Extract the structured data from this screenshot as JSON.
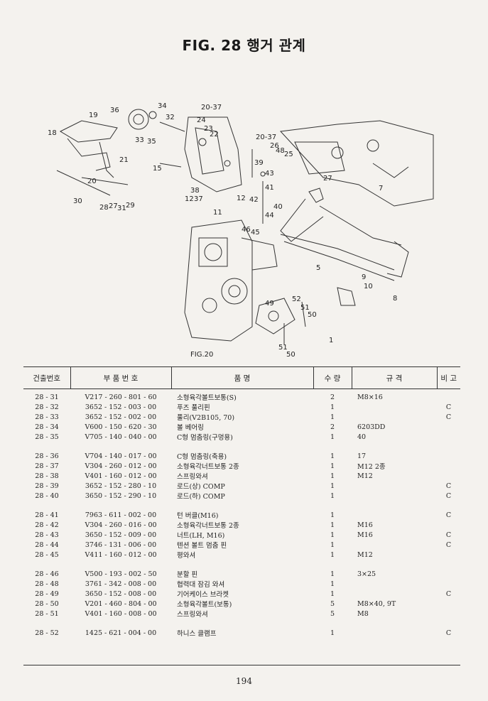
{
  "title": "FIG. 28 행거 관계",
  "diagram": {
    "callouts": [
      "36",
      "34",
      "32",
      "20-37",
      "24",
      "23",
      "22",
      "19",
      "18",
      "33",
      "35",
      "21",
      "20-37",
      "26",
      "48",
      "25",
      "39",
      "43",
      "41",
      "40",
      "42",
      "44",
      "46",
      "45",
      "15",
      "38",
      "37",
      "12",
      "12",
      "11",
      "20",
      "30",
      "28",
      "27",
      "31",
      "29",
      "27",
      "7",
      "5",
      "9",
      "10",
      "8",
      "1",
      "52",
      "51",
      "50",
      "49",
      "51",
      "50"
    ],
    "fig_ref": "FIG.20"
  },
  "table": {
    "headers": [
      "건출번호",
      "부 품 번 호",
      "품 명",
      "수 량",
      "규 격",
      "비 고"
    ],
    "groups": [
      [
        {
          "no": "28 - 31",
          "part": "V217 - 260 - 801 - 60",
          "name": "소형육각볼트보통(S)",
          "qty": "2",
          "spec": "M8×16",
          "remark": ""
        },
        {
          "no": "28 - 32",
          "part": "3652 - 152 - 003 - 00",
          "name": "푸즈 풀리핀",
          "qty": "1",
          "spec": "",
          "remark": "C"
        },
        {
          "no": "28 - 33",
          "part": "3652 - 152 - 002 - 00",
          "name": "풀리(V2B105, 70)",
          "qty": "1",
          "spec": "",
          "remark": "C"
        },
        {
          "no": "28 - 34",
          "part": "V600 - 150 - 620 - 30",
          "name": "볼 베어링",
          "qty": "2",
          "spec": "6203DD",
          "remark": ""
        },
        {
          "no": "28 - 35",
          "part": "V705 - 140 - 040 - 00",
          "name": "C형 멈춤링(구멍용)",
          "qty": "1",
          "spec": "40",
          "remark": ""
        }
      ],
      [
        {
          "no": "28 - 36",
          "part": "V704 - 140 - 017 - 00",
          "name": "C형 멈춤링(축용)",
          "qty": "1",
          "spec": "17",
          "remark": ""
        },
        {
          "no": "28 - 37",
          "part": "V304 - 260 - 012 - 00",
          "name": "소형육각너트보통 2종",
          "qty": "1",
          "spec": "M12 2종",
          "remark": ""
        },
        {
          "no": "28 - 38",
          "part": "V401 - 160 - 012 - 00",
          "name": "스프링와셔",
          "qty": "1",
          "spec": "M12",
          "remark": ""
        },
        {
          "no": "28 - 39",
          "part": "3652 - 152 - 280 - 10",
          "name": "로드(상) COMP",
          "qty": "1",
          "spec": "",
          "remark": "C"
        },
        {
          "no": "28 - 40",
          "part": "3650 - 152 - 290 - 10",
          "name": "로드(하) COMP",
          "qty": "1",
          "spec": "",
          "remark": "C"
        }
      ],
      [
        {
          "no": "28 - 41",
          "part": "7963 - 611 - 002 - 00",
          "name": "턴 버클(M16)",
          "qty": "1",
          "spec": "",
          "remark": "C"
        },
        {
          "no": "28 - 42",
          "part": "V304 - 260 - 016 - 00",
          "name": "소형육각너트보통 2종",
          "qty": "1",
          "spec": "M16",
          "remark": ""
        },
        {
          "no": "28 - 43",
          "part": "3650 - 152 - 009 - 00",
          "name": "너트(LH, M16)",
          "qty": "1",
          "spec": "M16",
          "remark": "C"
        },
        {
          "no": "28 - 44",
          "part": "3746 - 131 - 006 - 00",
          "name": "텐션 볼트 멈춤 핀",
          "qty": "1",
          "spec": "",
          "remark": "C"
        },
        {
          "no": "28 - 45",
          "part": "V411 - 160 - 012 - 00",
          "name": "평와셔",
          "qty": "1",
          "spec": "M12",
          "remark": ""
        }
      ],
      [
        {
          "no": "28 - 46",
          "part": "V500 - 193 - 002 - 50",
          "name": "분할 핀",
          "qty": "1",
          "spec": "3×25",
          "remark": ""
        },
        {
          "no": "28 - 48",
          "part": "3761 - 342 - 008 - 00",
          "name": "협력대 잠김 와셔",
          "qty": "1",
          "spec": "",
          "remark": ""
        },
        {
          "no": "28 - 49",
          "part": "3650 - 152 - 008 - 00",
          "name": "기어케이스 브라켓",
          "qty": "1",
          "spec": "",
          "remark": "C"
        },
        {
          "no": "28 - 50",
          "part": "V201 - 460 - 804 - 00",
          "name": "소형육각볼트(보통)",
          "qty": "5",
          "spec": "M8×40, 9T",
          "remark": ""
        },
        {
          "no": "28 - 51",
          "part": "V401 - 160 - 008 - 00",
          "name": "스프링와셔",
          "qty": "5",
          "spec": "M8",
          "remark": ""
        }
      ],
      [
        {
          "no": "28 - 52",
          "part": "1425 - 621 - 004 - 00",
          "name": "하니스 클램프",
          "qty": "1",
          "spec": "",
          "remark": "C"
        }
      ]
    ]
  },
  "page_number": "194"
}
